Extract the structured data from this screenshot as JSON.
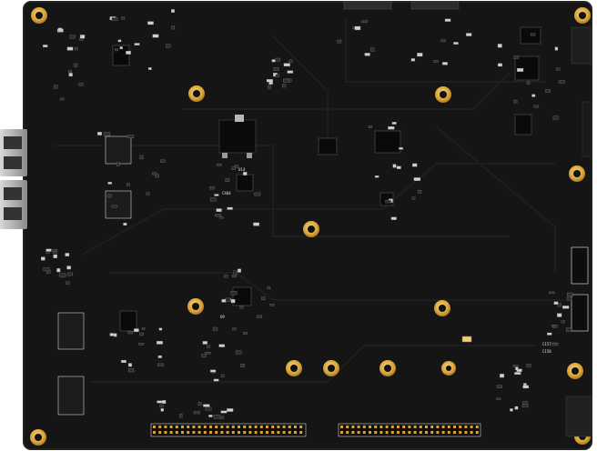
{
  "photo": {
    "subject": "pcb-board-bottom-side",
    "colors": {
      "background": "#ffffff",
      "board": "#151515",
      "board_edge": "#222222",
      "trace": "#1d1d1d",
      "silkscreen": "#e6e6e6",
      "chip": "#0b0b0b",
      "component": "#2a2a2a",
      "gold": "#d9a23a",
      "gold_light": "#f2cd6b",
      "metal": "#b8b8b8"
    }
  },
  "silk": {
    "u14": "U14",
    "c404": "C404",
    "u9": "U9",
    "c157": "C157",
    "c158": "C158"
  }
}
